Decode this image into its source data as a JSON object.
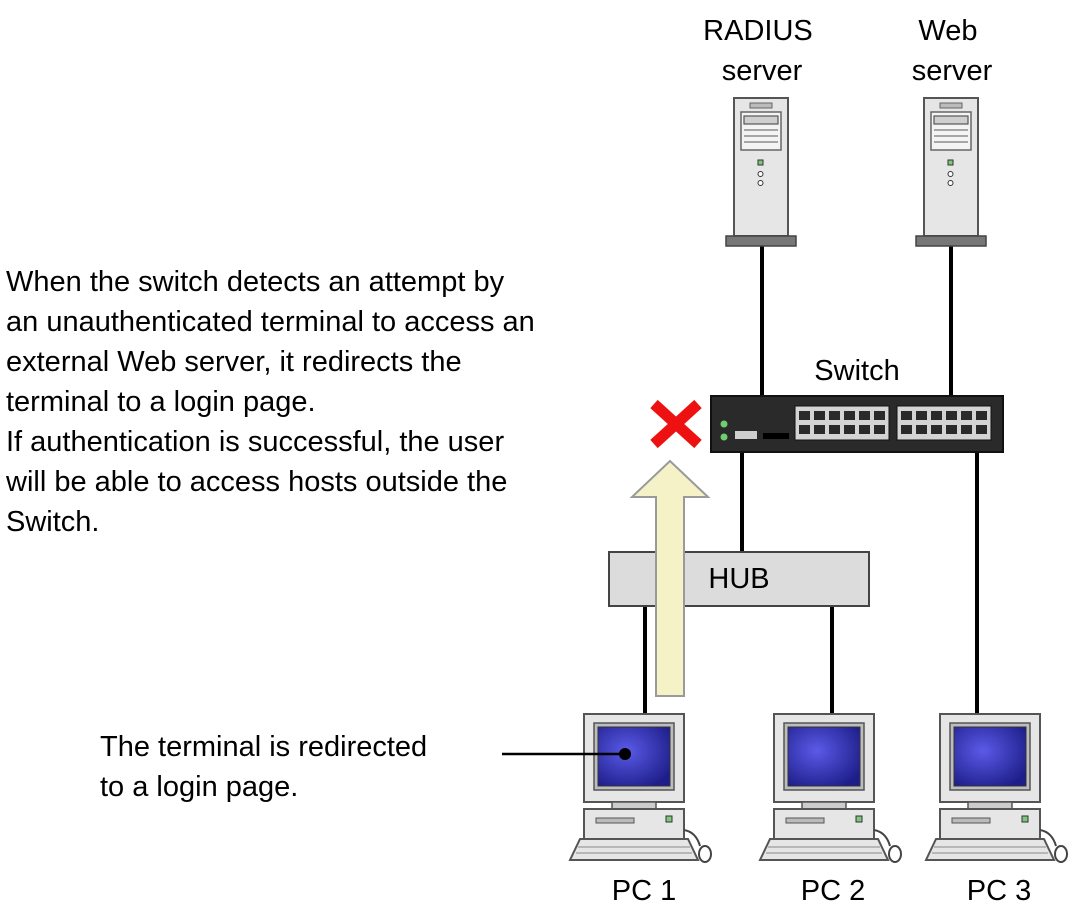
{
  "labels": {
    "radius_server": [
      "RADIUS",
      "server"
    ],
    "web_server": [
      "Web",
      "server"
    ],
    "switch": "Switch",
    "hub": "HUB",
    "pc1": "PC 1",
    "pc2": "PC 2",
    "pc3": "PC 3"
  },
  "description": [
    "When the switch detects an attempt by",
    "an unauthenticated terminal to access an",
    "external Web server, it redirects the",
    "terminal to a login page.",
    "If authentication is successful, the user",
    "will be able to access hosts outside the",
    "Switch."
  ],
  "redirect_note": [
    "The terminal is redirected",
    "to a login page."
  ],
  "colors": {
    "blocked_mark": "#ee1111",
    "arrow_fill": "#f5f2c8",
    "hub_fill": "#dcdcdc",
    "switch_body": "#2a2a2a",
    "screen_blue": "#2a2aa0",
    "device_gray": "#e4e4e4"
  },
  "icons": {
    "blocked": "x-mark-icon",
    "redirect": "up-arrow-icon"
  }
}
